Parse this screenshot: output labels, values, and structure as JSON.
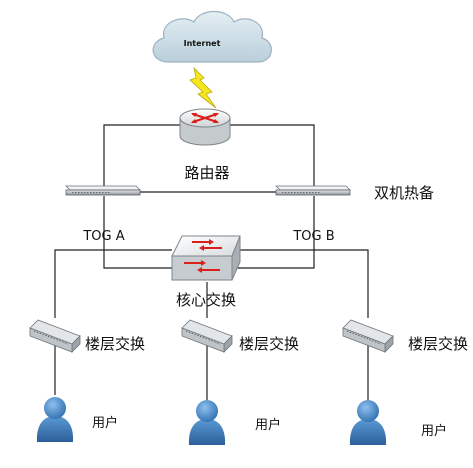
{
  "internet_label": "Internet",
  "router_label": "路由器",
  "ha_label": "双机热备",
  "tog_a_label": "TOG A",
  "tog_b_label": "TOG B",
  "core_label": "核心交换",
  "floor_switches": [
    {
      "label": "楼层交换"
    },
    {
      "label": "楼层交换"
    },
    {
      "label": "楼层交换"
    }
  ],
  "users": [
    {
      "label": "用户"
    },
    {
      "label": "用户"
    },
    {
      "label": "用户"
    }
  ],
  "colors": {
    "line": "#222222",
    "cloud": "#cfe0e8",
    "lightning": "#f5e61e",
    "router_arrow": "#d9201c",
    "user_body": "#3f7fc0",
    "user_head": "#4a8fd0"
  }
}
